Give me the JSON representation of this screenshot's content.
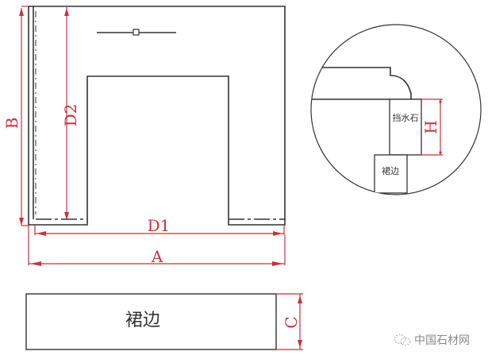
{
  "diagram": {
    "plan_view": {
      "dimensions": {
        "A": "A",
        "B": "B",
        "D1": "D1",
        "D2": "D2"
      }
    },
    "detail_view": {
      "labels": {
        "water_stop_stone": "挡水石",
        "skirt": "裙边"
      },
      "dimension": "H"
    },
    "skirt_view": {
      "label": "裙边",
      "dimension": "C"
    },
    "colors": {
      "outline": "#333333",
      "dimension": "#c8323c"
    }
  },
  "watermark": {
    "text": "中国石材网"
  }
}
